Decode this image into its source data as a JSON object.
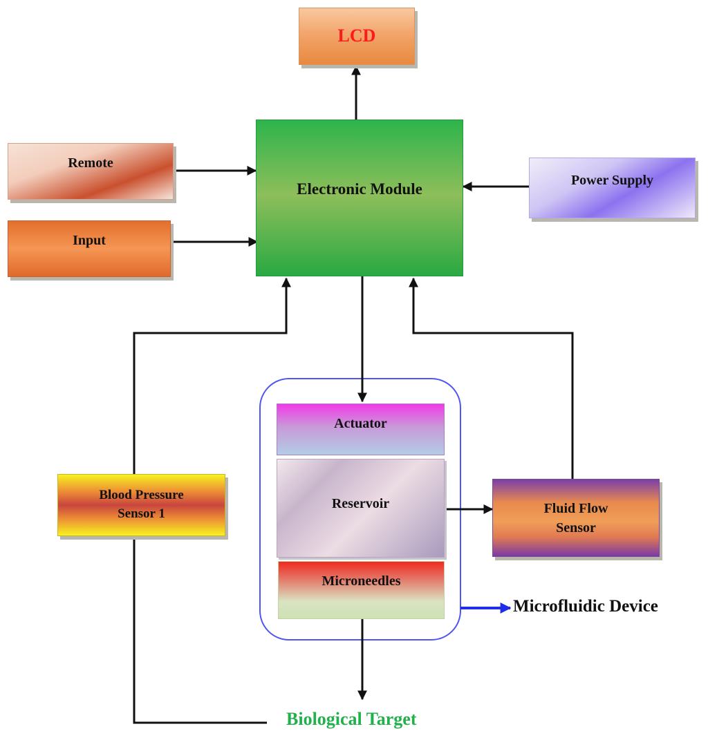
{
  "diagram": {
    "blocks": {
      "lcd": "LCD",
      "electronic_module": "Electronic Module",
      "remote": "Remote",
      "input": "Input",
      "power_supply": "Power Supply",
      "actuator": "Actuator",
      "reservoir": "Reservoir",
      "microneedles": "Microneedles",
      "blood_pressure_line1": "Blood Pressure",
      "blood_pressure_line2": "Sensor 1",
      "fluid_flow_line1": "Fluid Flow",
      "fluid_flow_line2": "Sensor"
    },
    "labels": {
      "microfluidic_device": "Microfluidic Device",
      "biological_target": "Biological Target"
    },
    "colors": {
      "lcd_text": "#ff1a1a",
      "biological_target_text": "#22b04c",
      "device_outline": "#4f55ee",
      "device_arrow": "#1f2fe8",
      "wire": "#111111"
    }
  }
}
